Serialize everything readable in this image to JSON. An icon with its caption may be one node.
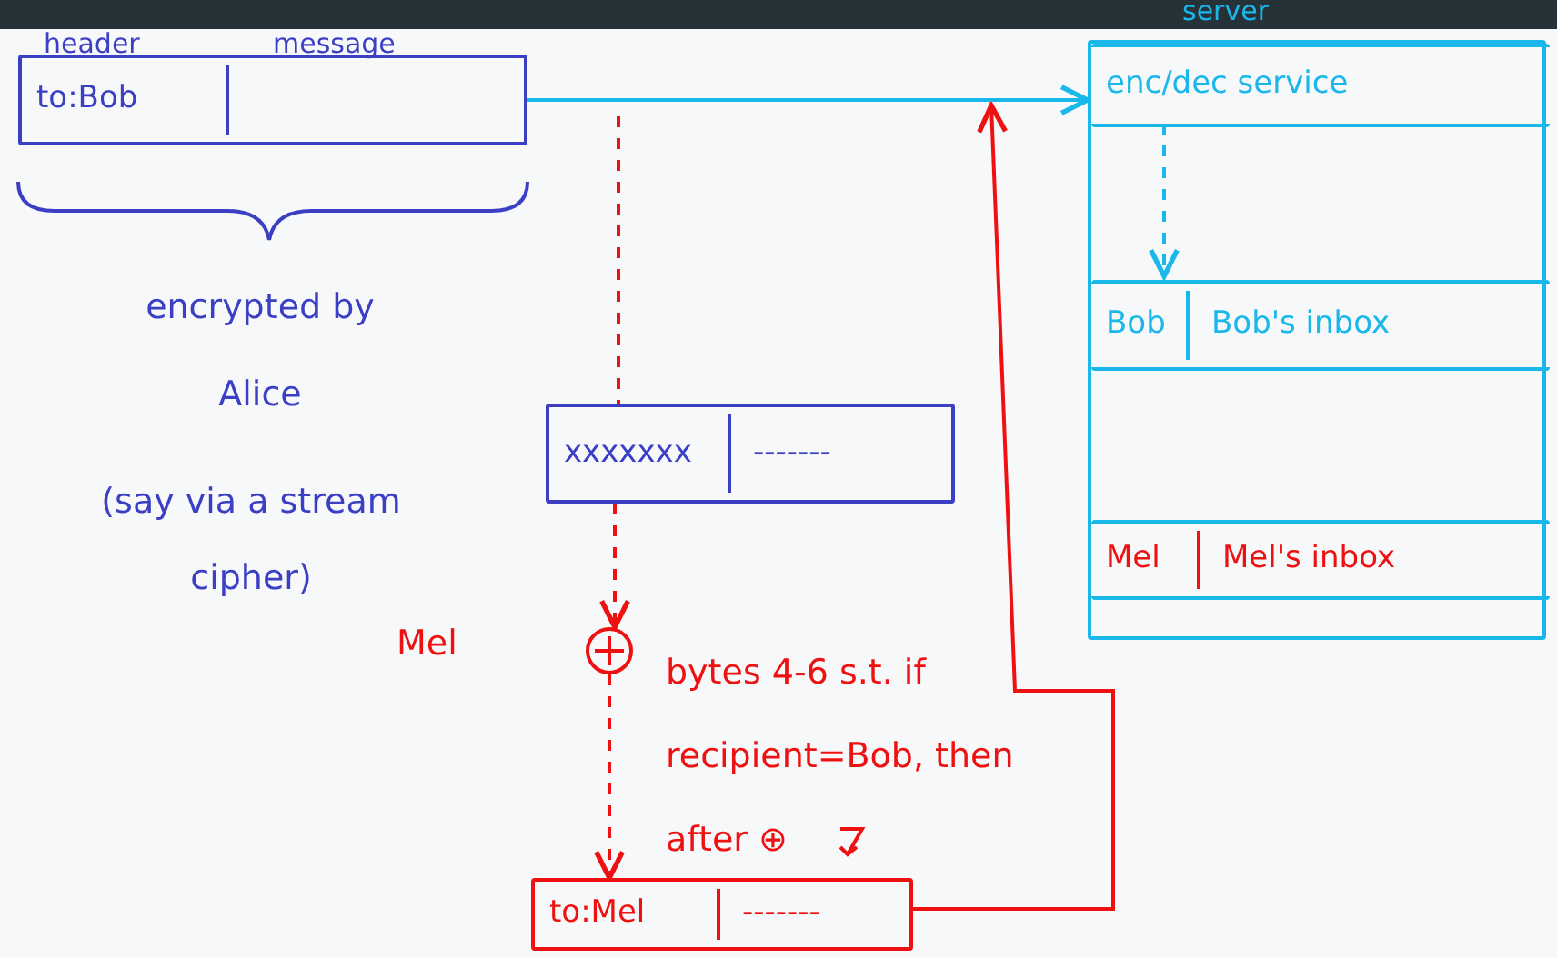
{
  "diagram": {
    "nodes": [
      {
        "text": [
          "to:Bob"
        ]
      },
      {
        "text": [],
        "shape": "box"
      },
      {
        "text": [
          "enc/dec service"
        ],
        "in": 1
      },
      {
        "text": [
          "Bob",
          "Bob's inbox"
        ],
        "in": 1
      },
      {
        "text": [
          "Mel",
          "Mel's inbox"
        ],
        "in": 1
      },
      {
        "text": [
          "xxxxxxx",
          "-------"
        ]
      },
      {
        "text": [],
        "shape": "circle",
        "beside": [
          "bytes 4-6 s.t. if recipient=Bob, then after ⊕"
        ]
      },
      {
        "text": [
          "to:Mel",
          "-------"
        ]
      }
    ],
    "edges": [
      {
        "from": 0,
        "to": 2,
        "arrow": "to",
        "color": "#1ab8ea"
      },
      {
        "from": 2,
        "to": 3,
        "arrow": "to",
        "style": "dashed",
        "color": "#1ab8ea"
      },
      {
        "from": null,
        "to": 5,
        "arrow": "none",
        "style": "dashed",
        "color": "#ee1111"
      },
      {
        "from": 5,
        "to": 6,
        "arrow": "to",
        "style": "dashed",
        "color": "#ee1111"
      },
      {
        "from": 6,
        "to": 7,
        "arrow": "to",
        "style": "dashed",
        "color": "#ee1111"
      },
      {
        "from": 7,
        "to": null,
        "arrow": "to",
        "color": "#ee1111"
      }
    ],
    "labels": [
      "header",
      "message",
      "server",
      "encrypted by Alice",
      "(say via a stream cipher)",
      "Mel"
    ]
  }
}
